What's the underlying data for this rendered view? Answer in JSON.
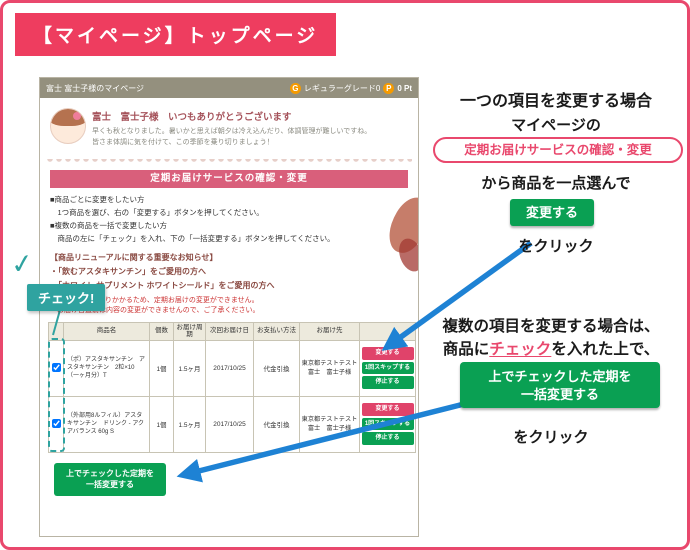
{
  "colors": {
    "accent_red": "#ee3d5f",
    "banner_rose": "#d95f7b",
    "button_green": "#0aa053",
    "callout_teal": "#2fa3a0",
    "arrow_blue": "#1e82d4",
    "badge_orange": "#f59a00"
  },
  "title_banner": "【マイページ】トップページ",
  "page": {
    "header": {
      "title": "富士 富士子様のマイページ",
      "grade_badge": {
        "icon": "G",
        "label": "レギュラーグレード0"
      },
      "point_badge": {
        "icon": "P",
        "label": "0 Pt"
      }
    },
    "greeting": {
      "name_line": "富士　富士子様　いつもありがとうございます",
      "message_line1": "早くも秋となりました。暑いかと思えば朝夕は冷え込んだり、体調管理が難しいですね。",
      "message_line2": "皆さま体調に気を付けて、この季節を乗り切りましょう！"
    },
    "section_banner": "定期お届けサービスの確認・変更",
    "instructions": [
      "■商品ごとに変更をしたい方",
      "　1つ商品を選び、右の「変更する」ボタンを押してください。",
      "■複数の商品を一括で変更したい方",
      "　商品の左に「チェック」を入れ、下の「一括変更する」ボタンを押してください。"
    ],
    "notice": {
      "title": "【商品リニューアルに関する重要なお知らせ】",
      "link1": "・「飲むアスタキサンチン」をご愛用の方へ",
      "link2": "・「ホワイト サプリメント ホワイトシールド」をご愛用の方へ"
    },
    "warning_line1": "※出荷の準備にとりかかるため、定期お届けの変更ができません。",
    "warning_line2": "　お届け日直前は内容の変更ができませんので、ご了承ください。",
    "table": {
      "headers": [
        "",
        "商品名",
        "個数",
        "お届け周期",
        "次回お届け日",
        "お支払い方法",
        "お届け先",
        ""
      ],
      "row_buttons": {
        "change": "変更する",
        "skip": "1回スキップする",
        "stop": "停止する"
      },
      "rows": [
        {
          "name": "（ポ）アスタキサンチン　アスタキサンチン　2粒×10（一ヶ月分）T",
          "qty": "1個",
          "cycle": "1.5ヶ月",
          "next_date": "2017/10/25",
          "payment": "代金引換",
          "address1": "東京都テストテスト",
          "address2": "富士　富士子様"
        },
        {
          "name": "（外部用8ルフィル）アスタキサンチン　ドリンク ‐ アクアバランス 60g S",
          "qty": "1個",
          "cycle": "1.5ヶ月",
          "next_date": "2017/10/25",
          "payment": "代金引換",
          "address1": "東京都テストテスト",
          "address2": "富士　富士子様"
        }
      ],
      "bulk_button_line1": "上でチェックした定期を",
      "bulk_button_line2": "一括変更する"
    }
  },
  "callout": {
    "check_mark": "✓",
    "label": "チェック!"
  },
  "annotations": {
    "single": {
      "heading": "一つの項目を変更する場合",
      "line1": "マイページの",
      "pill": "定期お届けサービスの確認・変更",
      "line2": "から商品を一点選んで",
      "button": "変更する",
      "click": "をクリック"
    },
    "multi": {
      "heading": "複数の項目を変更する場合は、",
      "line_prefix": "商品に",
      "line_highlight": "チェック",
      "line_suffix": "を入れた上で、",
      "button_line1": "上でチェックした定期を",
      "button_line2": "一括変更する",
      "click": "をクリック"
    }
  }
}
